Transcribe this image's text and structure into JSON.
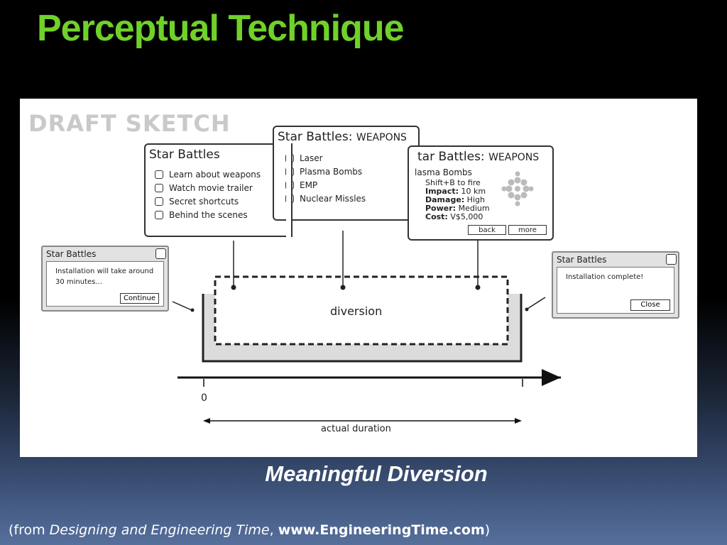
{
  "slide": {
    "title": "Perceptual Technique",
    "caption": "Meaningful Diversion",
    "credit": {
      "prefix": "(from ",
      "book": "Designing and Engineering Time",
      "separator": ", ",
      "url": "www.EngineeringTime.com",
      "suffix": ")"
    }
  },
  "sketch": {
    "label": "DRAFT SKETCH",
    "menu_window": {
      "title": "Star Battles",
      "options": [
        "Learn about weapons",
        "Watch movie trailer",
        "Secret shortcuts",
        "Behind the scenes"
      ]
    },
    "weapons_window": {
      "title": "Star Battles:",
      "subtitle": "WEAPONS",
      "options": [
        "Laser",
        "Plasma Bombs",
        "EMP",
        "Nuclear Missles"
      ]
    },
    "detail_window": {
      "title": "tar Battles:",
      "subtitle": "WEAPONS",
      "heading": "lasma Bombs",
      "line1": "Shift+B to fire",
      "stats": [
        {
          "label": "Impact:",
          "value": "10 km"
        },
        {
          "label": "Damage:",
          "value": "High"
        },
        {
          "label": "Power:",
          "value": "Medium"
        },
        {
          "label": "Cost:",
          "value": "V$5,000"
        }
      ],
      "back_label": "back",
      "more_label": "more"
    },
    "install_dialog": {
      "title": "Star Battles",
      "message_line1": "Installation will take around",
      "message_line2": "30 minutes...",
      "button": "Continue"
    },
    "complete_dialog": {
      "title": "Star Battles",
      "message": "Installation complete!",
      "button": "Close"
    },
    "diagram": {
      "diversion_label": "diversion",
      "origin_label": "0",
      "duration_label": "actual duration"
    }
  }
}
